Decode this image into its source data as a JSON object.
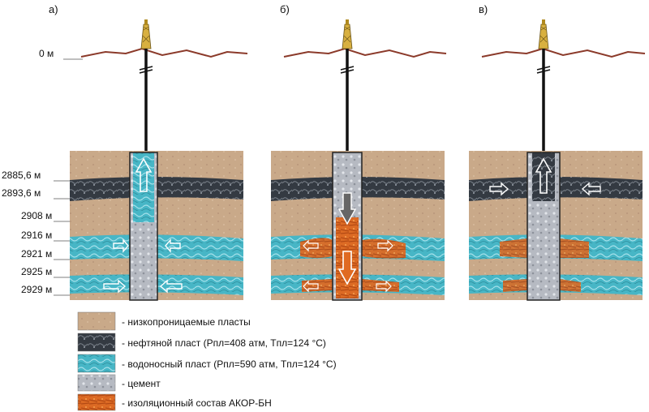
{
  "panels": [
    {
      "label": "а)"
    },
    {
      "label": "б)"
    },
    {
      "label": "в)"
    }
  ],
  "surface_label": "0 м",
  "depth_labels": [
    "2885,6 м",
    "2893,6 м",
    "2908 м",
    "2916 м",
    "2921 м",
    "2925 м",
    "2929 м"
  ],
  "legend": [
    {
      "text": "- низкопроницаемые пласты",
      "color": "#c9a989"
    },
    {
      "text": "- нефтяной пласт (Pпл=408 атм, Tпл=124 °C)",
      "color": "#3a3f47"
    },
    {
      "text": "- водоносный пласт (Pпл=590 атм, Tпл=124 °C)",
      "color": "#4bbccb"
    },
    {
      "text": "- цемент",
      "color": "#b8bcc4"
    },
    {
      "text": "- изоляционный состав АКОР-БН",
      "color": "#e06a22"
    }
  ],
  "colors": {
    "rock": "#c9a989",
    "oil": "#3a3f47",
    "water": "#4bbccb",
    "cement": "#b8bcc4",
    "isolation": "#e06a22",
    "ground": "#8b3a2a",
    "derrick": "#d8b040"
  }
}
